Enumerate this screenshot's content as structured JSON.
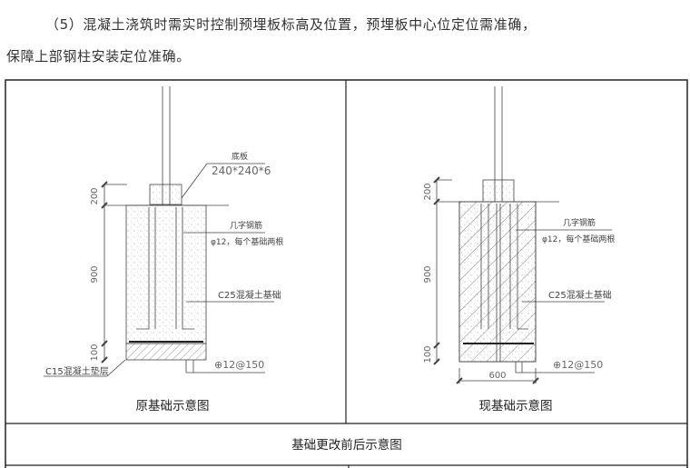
{
  "paragraph": {
    "line1": "（5）混凝土浇筑时需实时控制预埋板标高及位置，预埋板中心位定位需准确，",
    "line2": "保障上部钢柱安装定位准确。"
  },
  "figure_left": {
    "caption": "原基础示意图",
    "base_plate_label": "底板",
    "base_plate_size": "240*240*6",
    "rebar_label": "几字钢筋",
    "rebar_spec": "φ12，每个基础两根",
    "concrete_label": "C25混凝土基础",
    "bottom_rebar": "⊕12@150",
    "cushion_label": "C15混凝土垫层",
    "dim_top": "200",
    "dim_mid": "900",
    "dim_bottom": "100"
  },
  "figure_right": {
    "caption": "现基础示意图",
    "rebar_label": "几字钢筋",
    "rebar_spec": "φ12，每个基础两根",
    "concrete_label": "C25混凝土基础",
    "bottom_rebar": "⊕12@150",
    "dim_top": "200",
    "dim_mid": "900",
    "dim_bottom": "100",
    "dim_width": "600"
  },
  "table_caption": "基础更改前后示意图"
}
